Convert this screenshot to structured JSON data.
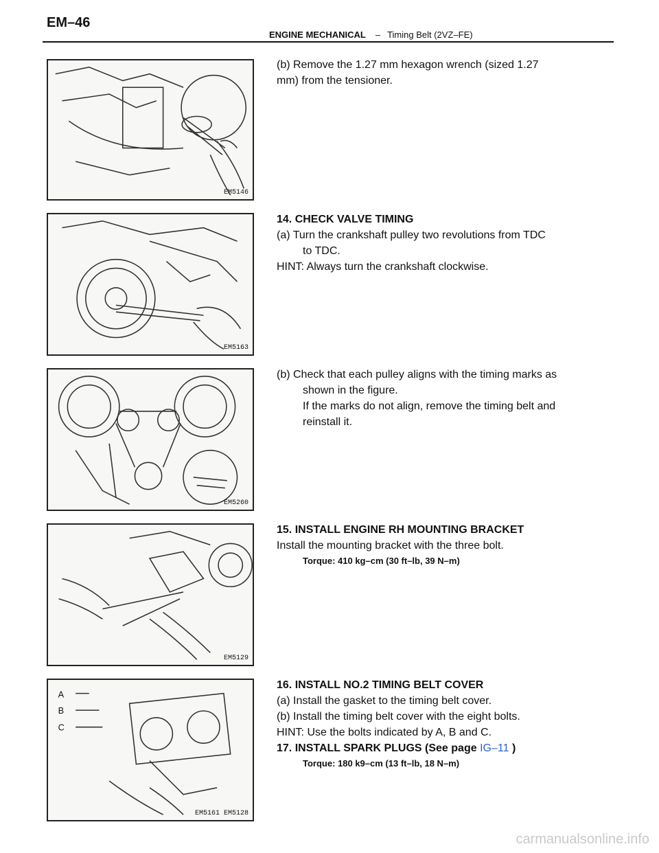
{
  "header": {
    "page_number": "EM–46",
    "section": "ENGINE MECHANICAL",
    "separator": "–",
    "subsection": "Timing Belt (2VZ–FE)"
  },
  "figures": [
    {
      "code": "EM5146"
    },
    {
      "code": "EM5163"
    },
    {
      "code": "EM5260"
    },
    {
      "code": "EM5129"
    },
    {
      "code": "EM5161  EM5128"
    }
  ],
  "diagram_labels": {
    "a": "A",
    "b": "B",
    "c": "C"
  },
  "blocks": {
    "remove_wrench": {
      "line1": "(b) Remove the 1.27 mm hexagon wrench (sized 1.27",
      "line2": "mm) from the tensioner."
    },
    "check_timing": {
      "heading": "14. CHECK VALVE TIMING",
      "line1": "(a) Turn the crankshaft pulley two revolutions from TDC",
      "line2": "to TDC.",
      "hint": "HINT: Always turn the crankshaft clockwise."
    },
    "check_marks": {
      "line1": "(b) Check that each pulley aligns with the timing marks as",
      "line2": "shown in the figure.",
      "line3": "If the marks do not align, remove the timing belt and",
      "line4": "reinstall it."
    },
    "mounting_bracket": {
      "heading": "15. INSTALL ENGINE RH MOUNTING BRACKET",
      "line1": "Install the mounting bracket with the three bolt.",
      "torque": "Torque: 410 kg–cm (30 ft–lb, 39 N–m)"
    },
    "belt_cover": {
      "heading": "16. INSTALL NO.2 TIMING BELT COVER",
      "line1": "(a) Install the gasket to the timing belt cover.",
      "line2": "(b) Install the timing belt cover with the eight bolts.",
      "hint": "HINT: Use the bolts indicated by A, B and C.",
      "spark_heading": "17. INSTALL SPARK PLUGS (See page",
      "spark_link": "IG–11",
      "spark_close": ")",
      "torque": "Torque: 180 k9–cm (13 ft–lb, 18 N–m)"
    }
  },
  "watermark": "carmanualsonline.info"
}
